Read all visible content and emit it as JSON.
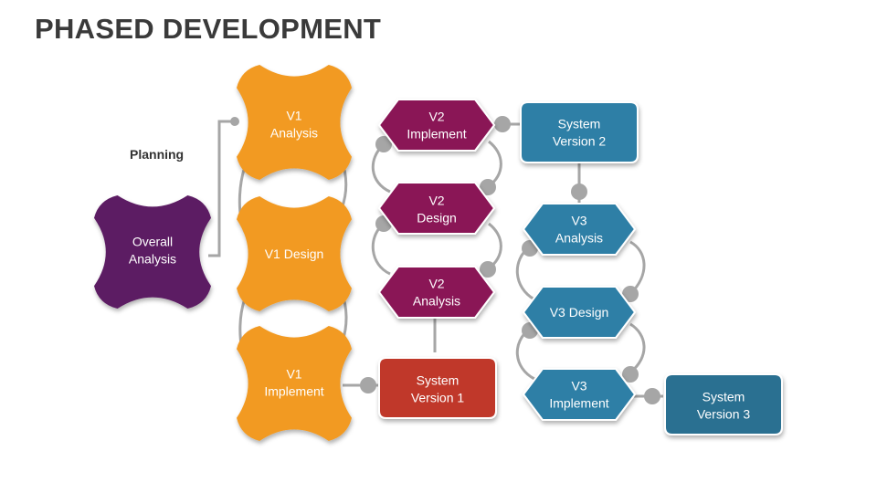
{
  "title": "PHASED DEVELOPMENT",
  "planning_label": "Planning",
  "colors": {
    "purple": "#5c1a63",
    "orange": "#f29a22",
    "magenta": "#8a1456",
    "blue": "#2f7fa6",
    "teal": "#2a6f91",
    "red": "#c0392b",
    "connector": "#a6a6a6"
  },
  "nodes": {
    "overall_analysis": [
      "Overall",
      "Analysis"
    ],
    "v1_analysis": [
      "V1",
      "Analysis"
    ],
    "v1_design": [
      "V1 Design"
    ],
    "v1_implement": [
      "V1",
      "Implement"
    ],
    "v2_implement": [
      "V2",
      "Implement"
    ],
    "v2_design": [
      "V2",
      "Design"
    ],
    "v2_analysis": [
      "V2",
      "Analysis"
    ],
    "system_v1": [
      "System",
      "Version 1"
    ],
    "system_v2": [
      "System",
      "Version 2"
    ],
    "v3_analysis": [
      "V3",
      "Analysis"
    ],
    "v3_design": [
      "V3 Design"
    ],
    "v3_implement": [
      "V3",
      "Implement"
    ],
    "system_v3": [
      "System",
      "Version 3"
    ]
  }
}
